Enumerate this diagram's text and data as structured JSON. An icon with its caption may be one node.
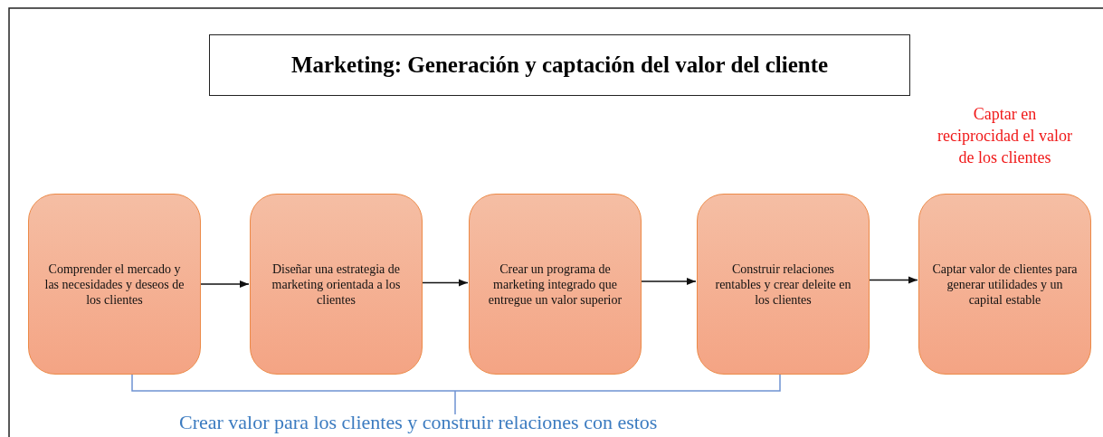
{
  "diagram": {
    "title": "Marketing: Generación y captación del valor del cliente",
    "nodes": [
      {
        "text": [
          "Comprender el mercado y las necesidades y deseos de los clientes"
        ]
      },
      {
        "text": [
          "Diseñar una estrategia de marketing orientada a los clientes"
        ]
      },
      {
        "text": [
          "Crear un programa de marketing integrado que entregue un valor superior"
        ]
      },
      {
        "text": [
          "Construir relaciones rentables y crear deleite en los clientes"
        ]
      },
      {
        "text": [
          "Captar valor de clientes para generar utilidades y un capital estable"
        ],
        "beside": [
          "Captar en reciprocidad el valor de los clientes"
        ]
      }
    ],
    "edges": [
      {
        "from": 0,
        "to": 1,
        "arrow": "to"
      },
      {
        "from": 1,
        "to": 2,
        "arrow": "to"
      },
      {
        "from": 2,
        "to": 3,
        "arrow": "to"
      },
      {
        "from": 3,
        "to": 4,
        "arrow": "to"
      }
    ],
    "labels": [
      "Crear valor para los clientes y construir relaciones con estos"
    ]
  }
}
